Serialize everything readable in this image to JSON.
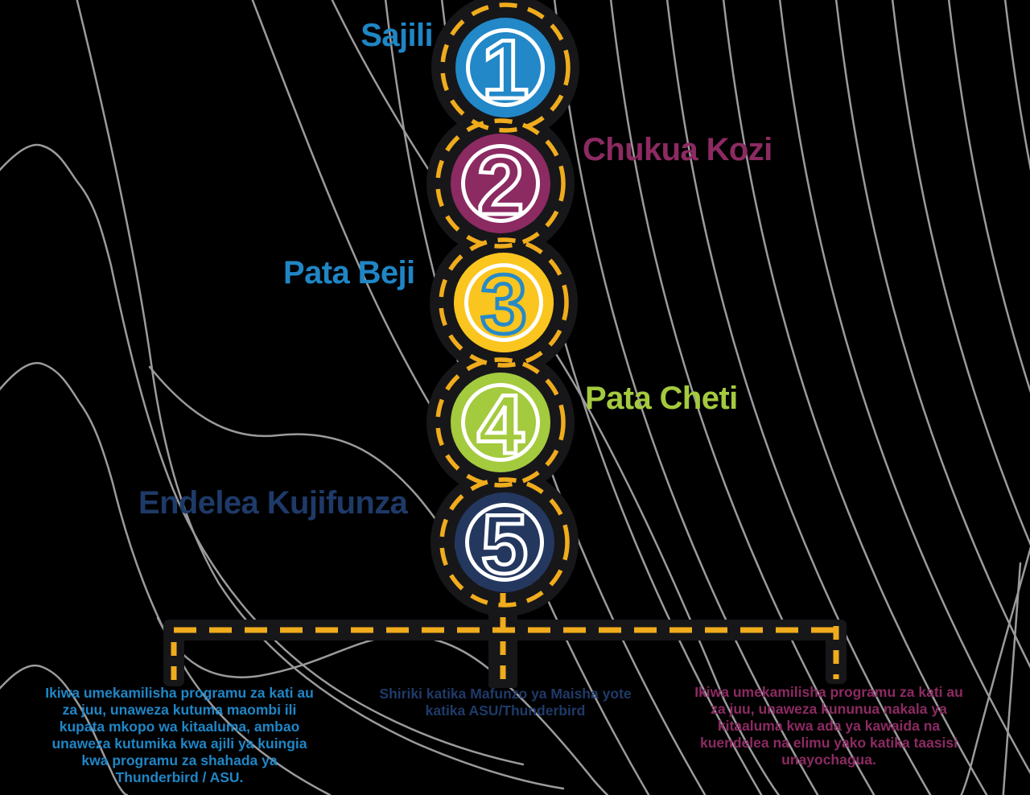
{
  "steps": [
    {
      "number": "1",
      "label": "Sajili",
      "circle_color": "#2288C8",
      "label_color": "#1F86C6",
      "number_stroke": "#FFFFFF"
    },
    {
      "number": "2",
      "label": "Chukua Kozi",
      "circle_color": "#8C2A62",
      "label_color": "#8C2A62",
      "number_stroke": "#FFFFFF"
    },
    {
      "number": "3",
      "label": "Pata Beji",
      "circle_color": "#FAC51E",
      "label_color": "#1F86C6",
      "number_stroke": "#2789C8"
    },
    {
      "number": "4",
      "label": "Pata Cheti",
      "circle_color": "#A4CA3E",
      "label_color": "#A4CA3E",
      "number_stroke": "#FFFFFF"
    },
    {
      "number": "5",
      "label": "Endelea Kujifunza",
      "circle_color": "#24375F",
      "label_color": "#1E3A68",
      "number_stroke": "#FFFFFF"
    }
  ],
  "notes": [
    {
      "text": "Ikiwa umekamilisha programu za kati au\nza juu, unaweza kutuma maombi ili\nkupata mkopo wa kitaaluma, ambao\nunaweza kutumika kwa ajili ya kuingia\nkwa programu za shahada ya\nThunderbird / ASU.",
      "color": "#1F86C6"
    },
    {
      "text": "Shiriki katika Mafunzo ya Maisha yote\nkatika ASU/Thunderbird",
      "color": "#1F3A68"
    },
    {
      "text": "Ikiwa umekamilisha programu za kati au\nza juu, unaweza kununua nakala ya\nkitaaluma kwa ada ya kawaida na\nkuendelea na elimu yako katika taasisi\nunayochagua.",
      "color": "#8C2A62"
    }
  ],
  "road": {
    "asphalt_color": "#17171A",
    "dash_color": "#F0AC1C",
    "inner_ring_color": "#FFFFFF"
  },
  "background": {
    "color": "#000000",
    "contour_line_color": "#9B9B9D"
  }
}
